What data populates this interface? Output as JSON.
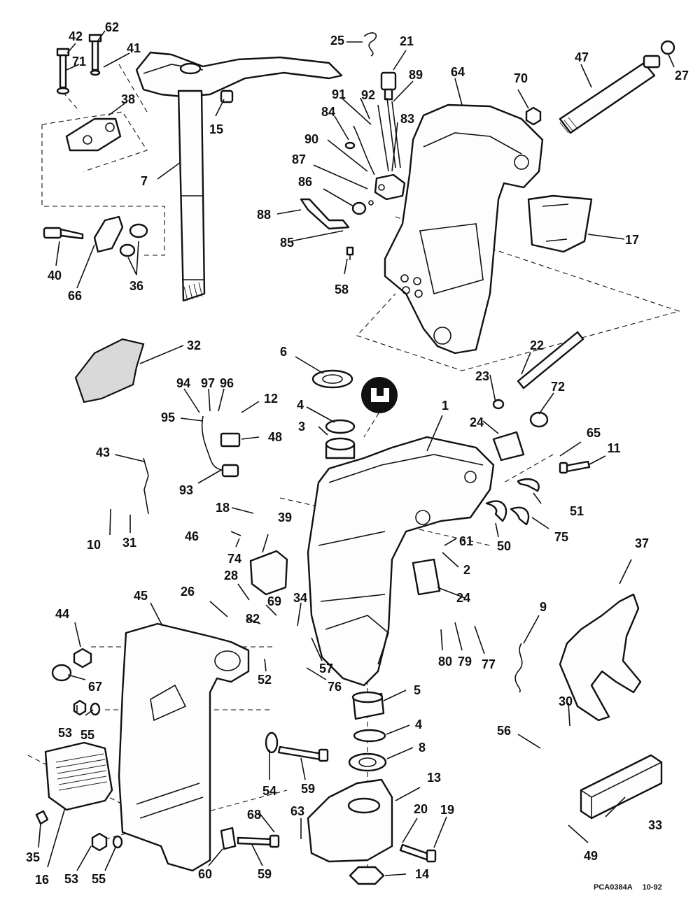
{
  "callouts": {
    "c42": "42",
    "c62": "62",
    "c71": "71",
    "c41": "41",
    "c38": "38",
    "c15": "15",
    "c7": "7",
    "c40": "40",
    "c66": "66",
    "c36": "36",
    "c25": "25",
    "c21": "21",
    "c89": "89",
    "c64": "64",
    "c70": "70",
    "c47": "47",
    "c27": "27",
    "c91": "91",
    "c92": "92",
    "c84": "84",
    "c83": "83",
    "c90": "90",
    "c87": "87",
    "c86": "86",
    "c88": "88",
    "c85": "85",
    "c58": "58",
    "c17": "17",
    "c32": "32",
    "c6": "6",
    "c22": "22",
    "c94": "94",
    "c97": "97",
    "c96": "96",
    "c12": "12",
    "c95": "95",
    "c48": "48",
    "c4a": "4",
    "c3": "3",
    "c23": "23",
    "c72": "72",
    "c1": "1",
    "c24a": "24",
    "c65": "65",
    "c11": "11",
    "c43": "43",
    "c93": "93",
    "c18": "18",
    "c39": "39",
    "c51": "51",
    "c46": "46",
    "c74": "74",
    "c10": "10",
    "c31": "31",
    "c50": "50",
    "c75": "75",
    "c61": "61",
    "c2": "2",
    "c37": "37",
    "c28": "28",
    "c45": "45",
    "c26": "26",
    "c69": "69",
    "c34": "34",
    "c24b": "24",
    "c44": "44",
    "c82": "82",
    "c9": "9",
    "c52": "52",
    "c57": "57",
    "c80": "80",
    "c79": "79",
    "c77": "77",
    "c76": "76",
    "c67": "67",
    "c5": "5",
    "c53a": "53",
    "c55a": "55",
    "c4b": "4",
    "c30": "30",
    "c56": "56",
    "c8": "8",
    "c54": "54",
    "c59a": "59",
    "c13": "13",
    "c33": "33",
    "c20": "20",
    "c19": "19",
    "c68": "68",
    "c63": "63",
    "c35": "35",
    "c49": "49",
    "c16": "16",
    "c53b": "53",
    "c55b": "55",
    "c60": "60",
    "c59b": "59",
    "c14": "14"
  },
  "drawing_code": {
    "id": "PCA0384A",
    "date": "10-92"
  }
}
